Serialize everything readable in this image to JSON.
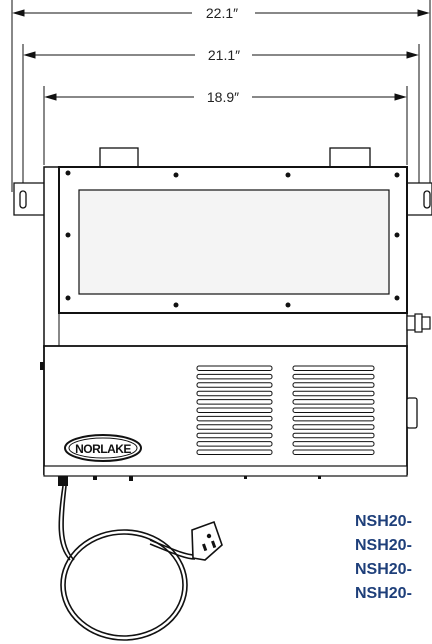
{
  "dimensions": {
    "overall_width": "22.1″",
    "bracket_width": "21.1″",
    "cabinet_width": "18.9″"
  },
  "brand": {
    "logo_text": "NORLAKE"
  },
  "model_numbers": [
    "NSH20-",
    "NSH20-",
    "NSH20-",
    "NSH20-"
  ],
  "colors": {
    "line": "#111111",
    "cabinet_fill": "#ffffff",
    "window_fill": "#f4f4f4",
    "model_text": "#1e3f7a"
  }
}
